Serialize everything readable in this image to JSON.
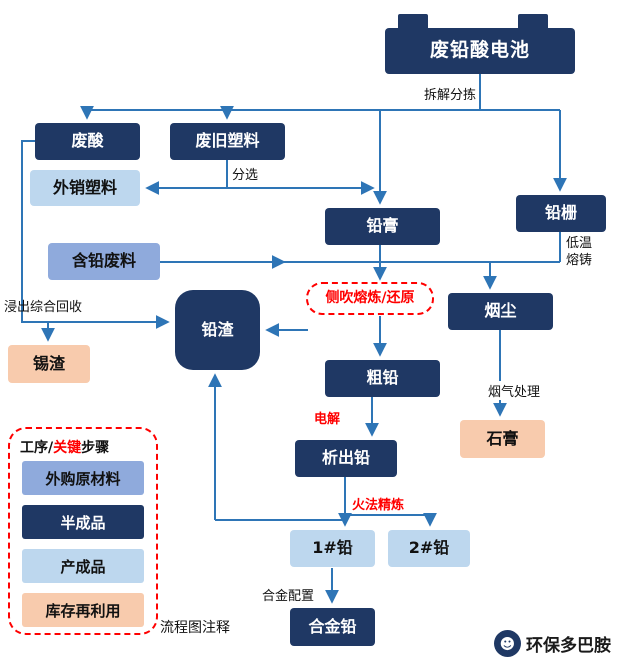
{
  "nodes": {
    "battery": "废铅酸电池",
    "waste_acid": "废酸",
    "waste_plastic": "废旧塑料",
    "export_plastic": "外销塑料",
    "lead_paste": "铅膏",
    "lead_grid": "铅栅",
    "lead_scrap": "含铅废料",
    "smelting": "侧吹熔炼/还原",
    "dust": "烟尘",
    "lead_slag": "铅渣",
    "tin_slag": "锡渣",
    "crude_lead": "粗铅",
    "gypsum": "石膏",
    "precipitated_lead": "析出铅",
    "lead1": "1#铅",
    "lead2": "2#铅",
    "alloy_lead": "合金铅"
  },
  "edge_labels": {
    "dismantle": "拆解分拣",
    "sorting": "分选",
    "low_temp": "低温\n熔铸",
    "leaching": "浸出综合回收",
    "flue_gas": "烟气处理",
    "electrolysis": "电解",
    "fire_refining": "火法精炼",
    "alloy_config": "合金配置"
  },
  "legend": {
    "title_prefix": "工序/",
    "title_highlight": "关键",
    "title_suffix": "步骤",
    "items": [
      {
        "label": "外购原材料",
        "type": "purchased"
      },
      {
        "label": "半成品",
        "type": "semi-finished"
      },
      {
        "label": "产成品",
        "type": "finished"
      },
      {
        "label": "库存再利用",
        "type": "inventory-reuse"
      }
    ],
    "note": "流程图注释"
  },
  "watermark": {
    "text": "环保多巴胺",
    "icon_glyph": "☻"
  },
  "colors": {
    "navy": "#1F3864",
    "medium_blue": "#8FAADC",
    "light_blue": "#BDD7EE",
    "peach": "#F8CBAD",
    "arrow": "#2E75B6",
    "accent_red": "#FF0000"
  }
}
